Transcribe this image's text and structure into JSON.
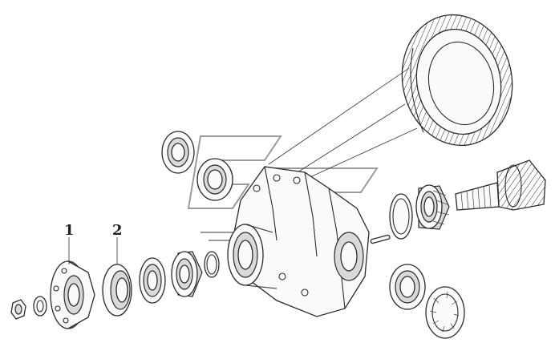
{
  "labels": [
    {
      "id": "1",
      "text": "1"
    },
    {
      "id": "2",
      "text": "2"
    }
  ],
  "colors": {
    "line": "#2a2a2a",
    "background": "#ffffff",
    "watermark": "#9a9a9a"
  }
}
